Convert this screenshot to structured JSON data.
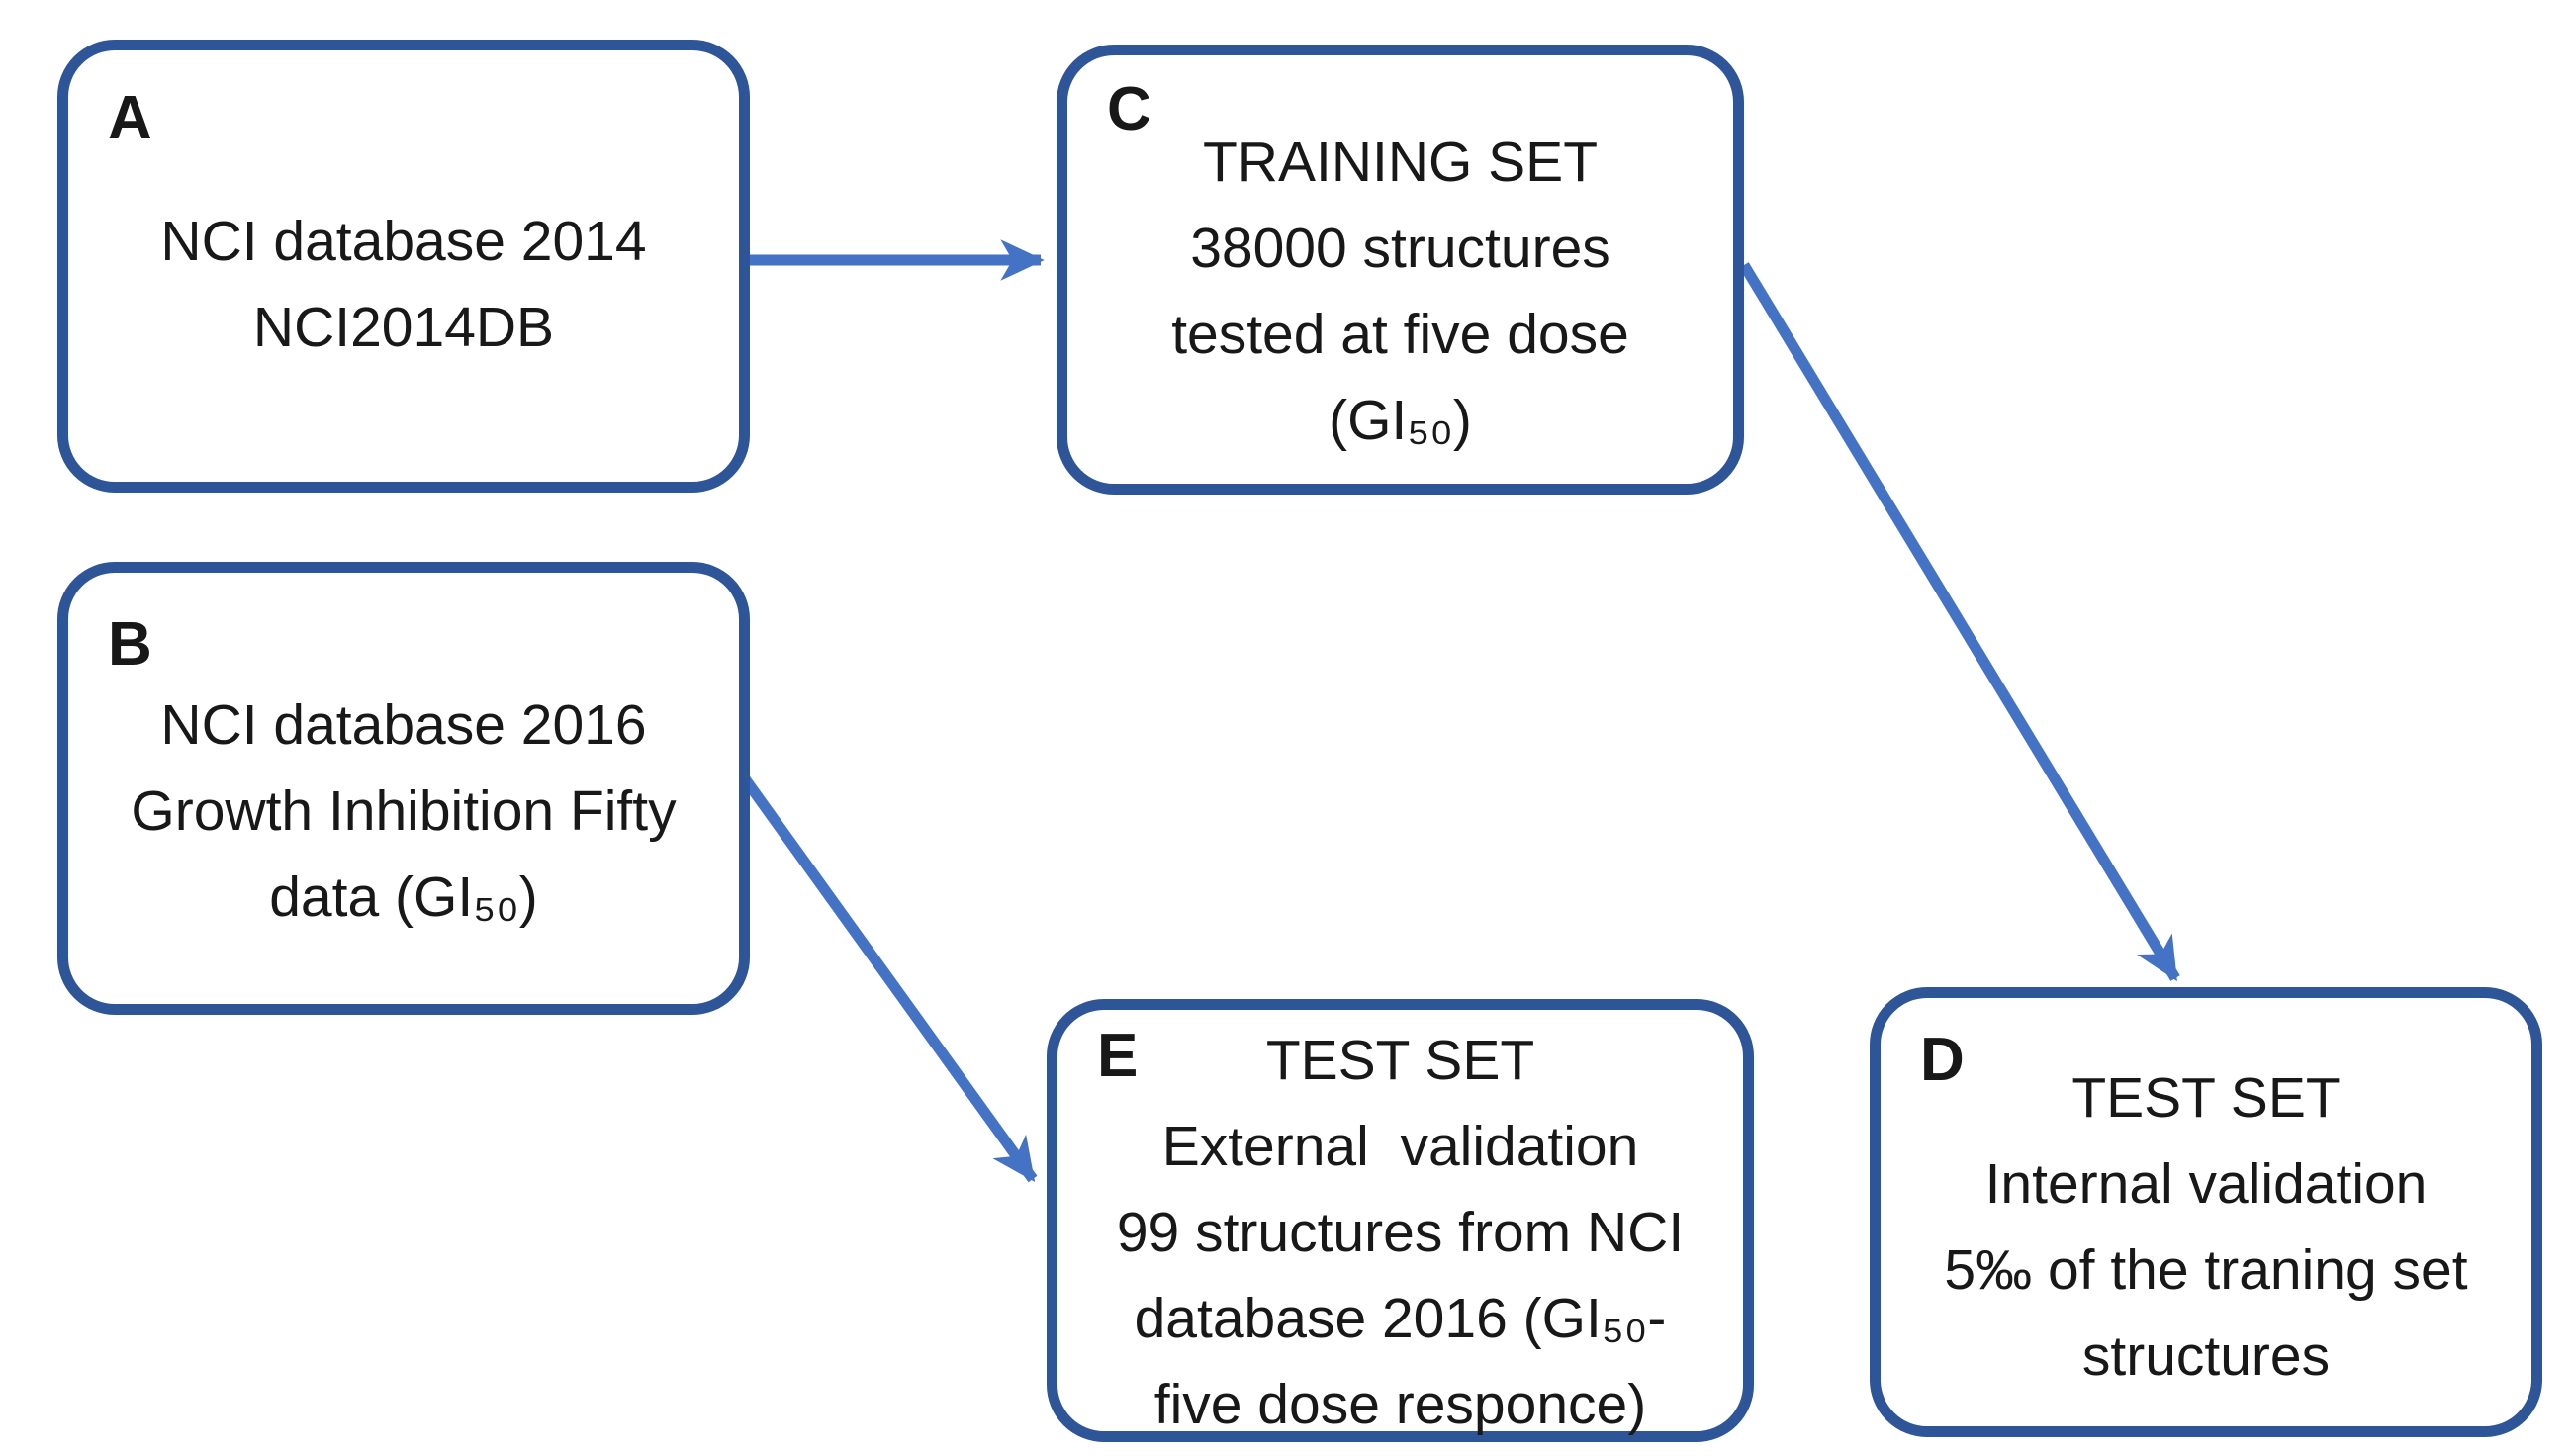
{
  "diagram": {
    "boxes": {
      "a": {
        "label": "A",
        "lines": [
          "NCI database 2014",
          "NCI2014DB"
        ]
      },
      "b": {
        "label": "B",
        "lines": [
          "NCI database 2016",
          "Growth Inhibition Fifty",
          "data (GI₅₀)"
        ]
      },
      "c": {
        "label": "C",
        "lines": [
          "TRAINING SET",
          "38000 structures",
          "tested at five dose",
          "(GI₅₀)"
        ]
      },
      "d": {
        "label": "D",
        "lines": [
          "TEST SET",
          "Internal validation",
          "5‰ of the traning set",
          "structures"
        ]
      },
      "e": {
        "label": "E",
        "lines": [
          "TEST SET",
          "External  validation",
          "99 structures from NCI",
          "database 2016 (GI₅₀-",
          "five dose responce)"
        ]
      }
    },
    "arrows": [
      {
        "from": "A",
        "to": "C"
      },
      {
        "from": "C",
        "to": "D"
      },
      {
        "from": "B",
        "to": "E"
      }
    ]
  },
  "colors": {
    "box_border": "#2e5597",
    "arrow": "#4472c4",
    "text": "#181818",
    "background": "#ffffff"
  }
}
